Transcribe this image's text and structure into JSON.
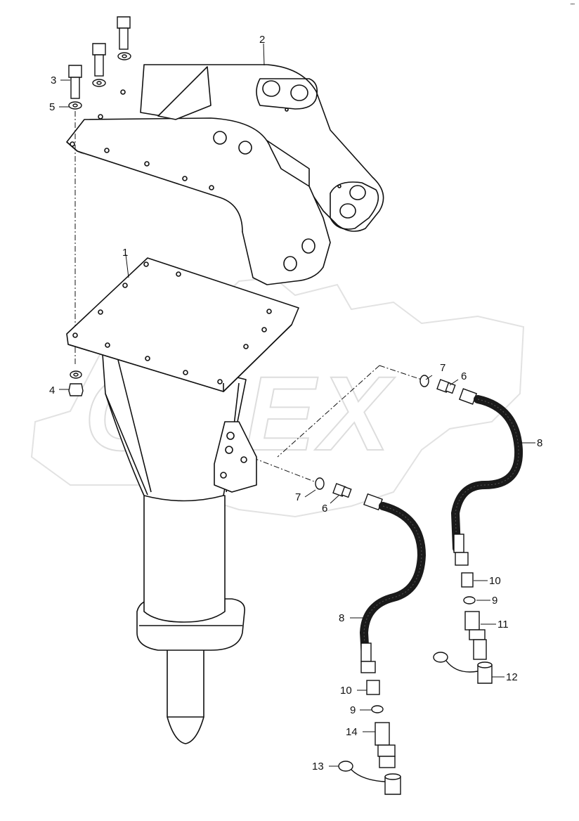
{
  "corner_mark": "•••",
  "watermark": {
    "text": "OPEX",
    "color": "#e6e6e6"
  },
  "callouts": [
    {
      "id": "c1",
      "label": "1"
    },
    {
      "id": "c2",
      "label": "2"
    },
    {
      "id": "c3",
      "label": "3"
    },
    {
      "id": "c4",
      "label": "4"
    },
    {
      "id": "c5",
      "label": "5"
    },
    {
      "id": "c6a",
      "label": "6"
    },
    {
      "id": "c6b",
      "label": "6"
    },
    {
      "id": "c7a",
      "label": "7"
    },
    {
      "id": "c7b",
      "label": "7"
    },
    {
      "id": "c8a",
      "label": "8"
    },
    {
      "id": "c8b",
      "label": "8"
    },
    {
      "id": "c9a",
      "label": "9"
    },
    {
      "id": "c9b",
      "label": "9"
    },
    {
      "id": "c10a",
      "label": "10"
    },
    {
      "id": "c10b",
      "label": "10"
    },
    {
      "id": "c11",
      "label": "11"
    },
    {
      "id": "c12",
      "label": "12"
    },
    {
      "id": "c13",
      "label": "13"
    },
    {
      "id": "c14",
      "label": "14"
    }
  ],
  "colors": {
    "line": "#111111",
    "hose": "#1a1a1a"
  }
}
